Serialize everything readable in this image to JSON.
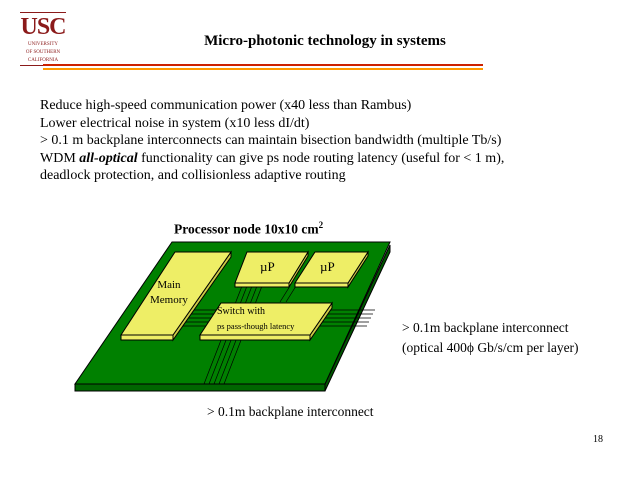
{
  "logo": {
    "letters": "USC",
    "line1": "UNIVERSITY",
    "line2": "OF SOUTHERN",
    "line3": "CALIFORNIA"
  },
  "title": "Micro-photonic technology in systems",
  "bullets": [
    "Reduce high-speed communication power (x40 less than Rambus)",
    "Lower electrical noise in system (x10 less dI/dt)",
    "> 0.1 m backplane interconnects can maintain bisection bandwidth (multiple Tb/s)"
  ],
  "bullet4": {
    "prefix": "WDM ",
    "emphasis": "all-optical",
    "suffix": " functionality can give ps node routing latency (useful for < 1 m),"
  },
  "bullet5": "deadlock protection, and collisionless adaptive routing",
  "diagram": {
    "node_label": "Processor node 10x10 cm",
    "node_label_sup": "2",
    "memory_line1": "Main",
    "memory_line2": "Memory",
    "cpu1": "µP",
    "cpu2": "µP",
    "switch_line1": "Switch with",
    "switch_line2": "ps pass-though latency",
    "right_line1": "> 0.1m backplane interconnect",
    "right_line2": "(optical 400ϕ Gb/s/cm per layer)",
    "bottom_label": "> 0.1m backplane interconnect",
    "colors": {
      "board": "#008000",
      "chip": "#eeee66"
    }
  },
  "page_number": "18"
}
